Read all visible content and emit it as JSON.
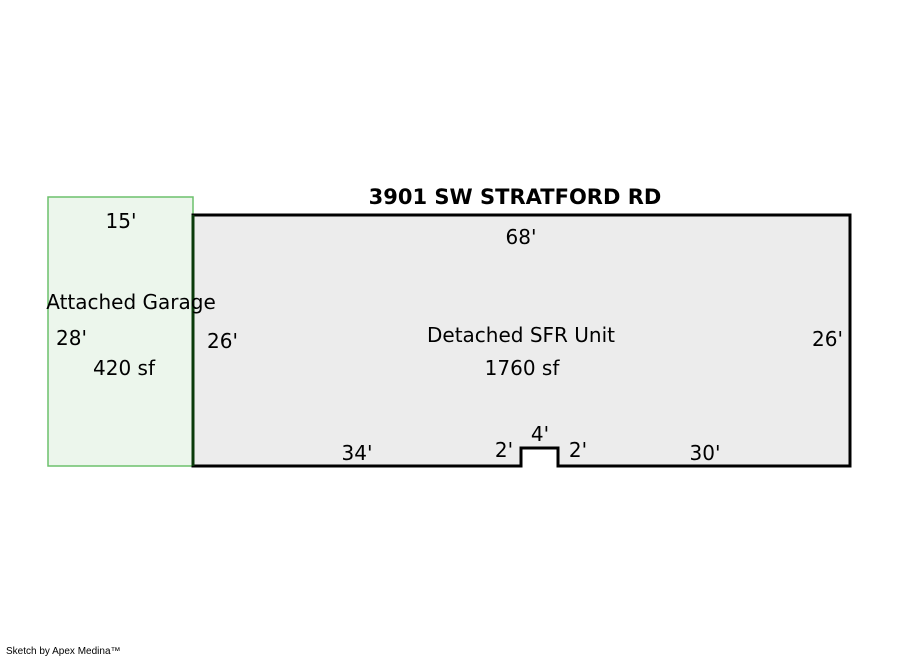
{
  "title": "3901 SW STRATFORD RD",
  "garage": {
    "name": "Attached Garage",
    "area": "420 sf",
    "top_dim": "15'",
    "left_dim": "28'",
    "fill": "#ecf6ec",
    "stroke": "#6cc06c"
  },
  "house": {
    "name": "Detached SFR Unit",
    "area": "1760 sf",
    "top_dim": "68'",
    "left_dim": "26'",
    "right_dim": "26'",
    "bottom_left_dim": "34'",
    "notch_left_dim": "2'",
    "notch_top_dim": "4'",
    "notch_right_dim": "2'",
    "bottom_right_dim": "30'",
    "fill": "#ececec",
    "stroke": "#000000"
  },
  "footer": "Sketch by Apex Medina™"
}
